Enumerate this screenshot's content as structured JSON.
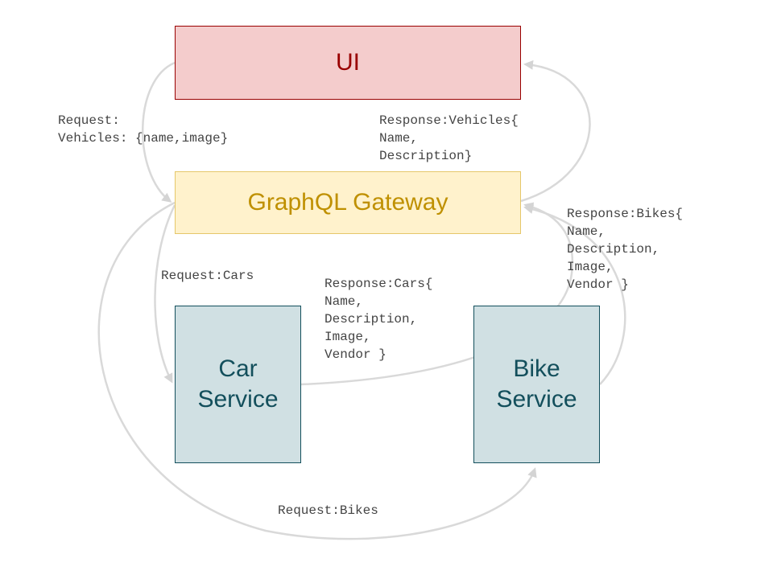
{
  "nodes": {
    "ui": "UI",
    "gateway": "GraphQL Gateway",
    "car_service": "Car\nService",
    "bike_service": "Bike\nService"
  },
  "edges": {
    "request_vehicles": "Request:\nVehicles: {name,image}",
    "response_vehicles": "Response:Vehicles{\nName,\nDescription}",
    "request_cars": "Request:Cars",
    "response_cars": "Response:Cars{\nName,\nDescription,\nImage,\nVendor }",
    "response_bikes": "Response:Bikes{\nName,\nDescription,\nImage,\nVendor }",
    "request_bikes": "Request:Bikes"
  },
  "colors": {
    "ui_fill": "#f4cccc",
    "ui_text": "#990000",
    "gateway_fill": "#fff2cc",
    "gateway_text": "#bf9000",
    "service_fill": "#d0e0e3",
    "service_text": "#134f5c",
    "edge": "#d9d9d9",
    "label_text": "#444444"
  }
}
